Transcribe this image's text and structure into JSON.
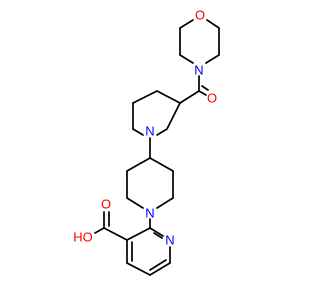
{
  "colors": {
    "background": "#ffffff",
    "bond": "#000000",
    "nitrogen": "#0000ff",
    "oxygen": "#ff0000"
  },
  "atoms": {
    "morpholine_o": "O",
    "morpholine_n": "N",
    "carbonyl_o": "O",
    "piperidine_n_upper": "N",
    "piperidine_n_lower": "N",
    "pyridine_n": "N",
    "acid_oh": "HO",
    "acid_o": "O"
  }
}
